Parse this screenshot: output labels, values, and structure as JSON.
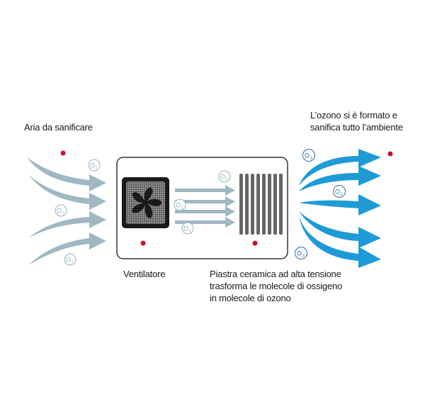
{
  "labels": {
    "input_air": "Aria da sanificare",
    "ozone_output_line1": "L’ozono si è formato e",
    "ozone_output_line2": "sanifica tutto l’ambiente",
    "fan": "Ventilatore",
    "plate_line1": "Piastra ceramica ad alta tensione",
    "plate_line2": "trasforma le molecole di ossigeno",
    "plate_line3": "in molecole di ozono"
  },
  "molecules": {
    "oxygen_base": "O",
    "oxygen_sub": "2",
    "ozone_base": "O",
    "ozone_sub": "3"
  },
  "colors": {
    "grey_arrow": "#9fb8c1",
    "blue_arrow": "#1e9bd7",
    "marker_red": "#c8102e",
    "box_border": "#333333",
    "plate_grey": "#666666",
    "o2_circle": "#8fb3bd",
    "o3_circle": "#2b6fa8"
  },
  "icons": {
    "fan": "fan-icon",
    "plate": "ceramic-plate-icon"
  }
}
